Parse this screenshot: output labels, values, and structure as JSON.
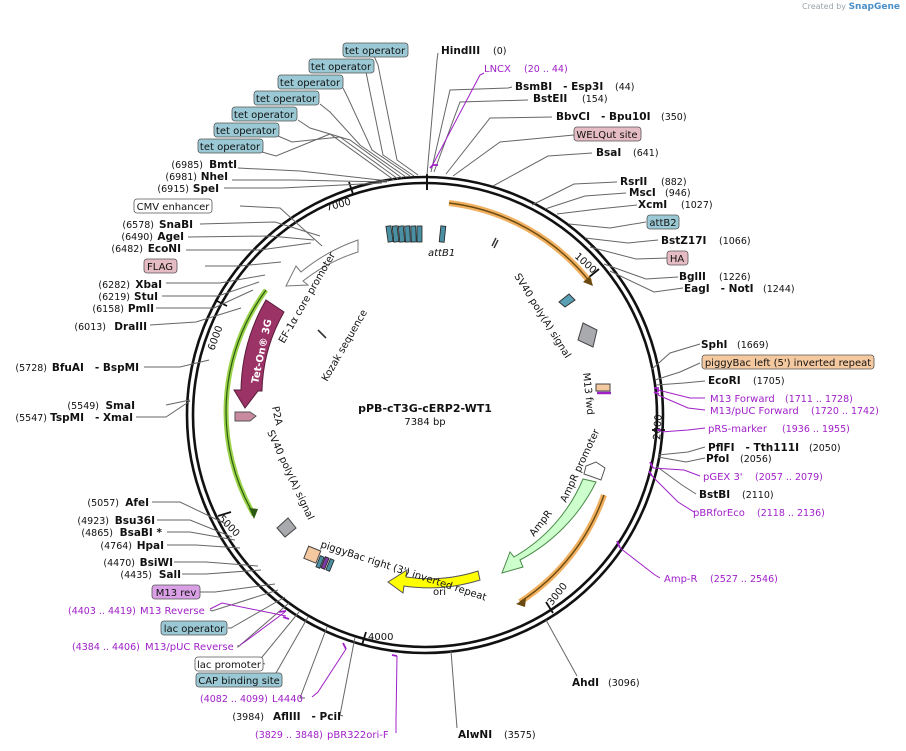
{
  "credit": {
    "prefix": "Created by",
    "brand": "SnapGene"
  },
  "plasmid": {
    "name": "pPB-cT3G-cERP2-WT1",
    "length_label": "7384 bp",
    "length": 7384
  },
  "ticks": [
    "1000",
    "2000",
    "3000",
    "4000",
    "5000",
    "6000",
    "7000"
  ],
  "sites_right": [
    {
      "name": "HindIII",
      "pos": "(0)"
    },
    {
      "name": "BsmBI   - Esp3I",
      "pos": "(44)"
    },
    {
      "name": "BstEII",
      "pos": "(154)"
    },
    {
      "name": "BbvCI   - Bpu10I",
      "pos": "(350)"
    },
    {
      "name": "BsaI",
      "pos": "(641)"
    },
    {
      "name": "RsrII",
      "pos": "(882)"
    },
    {
      "name": "MscI",
      "pos": "(946)"
    },
    {
      "name": "XcmI",
      "pos": "(1027)"
    },
    {
      "name": "BstZ17I",
      "pos": "(1066)"
    },
    {
      "name": "BglII",
      "pos": "(1226)"
    },
    {
      "name": "EagI   - NotI",
      "pos": "(1244)"
    },
    {
      "name": "SphI",
      "pos": "(1669)"
    },
    {
      "name": "EcoRI",
      "pos": "(1705)"
    },
    {
      "name": "PflFI   - Tth111I",
      "pos": "(2050)"
    },
    {
      "name": "PfoI",
      "pos": "(2056)"
    },
    {
      "name": "BstBI",
      "pos": "(2110)"
    },
    {
      "name": "AhdI",
      "pos": "(3096)"
    },
    {
      "name": "AlwNI",
      "pos": "(3575)"
    }
  ],
  "sites_left": [
    {
      "name": "BmtI",
      "pos": "(6985)"
    },
    {
      "name": "NheI",
      "pos": "(6981)"
    },
    {
      "name": "SpeI",
      "pos": "(6915)"
    },
    {
      "name": "SnaBI",
      "pos": "(6578)"
    },
    {
      "name": "AgeI",
      "pos": "(6490)"
    },
    {
      "name": "EcoNI",
      "pos": "(6482)"
    },
    {
      "name": "XbaI",
      "pos": "(6282)"
    },
    {
      "name": "StuI",
      "pos": "(6219)"
    },
    {
      "name": "PmlI",
      "pos": "(6158)"
    },
    {
      "name": "DraIII",
      "pos": "(6013)"
    },
    {
      "name": "BfuAI   - BspMI",
      "pos": "(5728)"
    },
    {
      "name": "SmaI",
      "pos": "(5549)"
    },
    {
      "name": "TspMI   - XmaI",
      "pos": "(5547)"
    },
    {
      "name": "AfeI",
      "pos": "(5057)"
    },
    {
      "name": "Bsu36I",
      "pos": "(4923)"
    },
    {
      "name": "BsaBI *",
      "pos": "(4865)"
    },
    {
      "name": "HpaI",
      "pos": "(4764)"
    },
    {
      "name": "BsiWI",
      "pos": "(4470)"
    },
    {
      "name": "SalI",
      "pos": "(4435)"
    },
    {
      "name": "AflIII   - PciI",
      "pos": "(3984)"
    }
  ],
  "primers": [
    {
      "name": "LNCX",
      "pos": "(20 .. 44)"
    },
    {
      "name": "M13 Forward",
      "pos": "(1711 .. 1728)"
    },
    {
      "name": "M13/pUC Forward",
      "pos": "(1720 .. 1742)"
    },
    {
      "name": "pRS-marker",
      "pos": "(1936 .. 1955)"
    },
    {
      "name": "pGEX 3'",
      "pos": "(2057 .. 2079)"
    },
    {
      "name": "pBRforEco",
      "pos": "(2118 .. 2136)"
    },
    {
      "name": "Amp-R",
      "pos": "(2527 .. 2546)"
    },
    {
      "name": "M13 Reverse",
      "pos": "(4403 .. 4419)"
    },
    {
      "name": "M13/pUC Reverse",
      "pos": "(4384 .. 4406)"
    },
    {
      "name": "L4440",
      "pos": "(4082 .. 4099)"
    },
    {
      "name": "pBR322ori-F",
      "pos": "(3829 .. 3848)"
    }
  ],
  "boxes": {
    "tet_operator": "tet operator",
    "welqut": "WELQut site",
    "attb2": "attB2",
    "ha": "HA",
    "piggybac_left": "piggyBac left (5') inverted repeat",
    "cmv": "CMV enhancer",
    "flag": "FLAG",
    "m13rev": "M13 rev",
    "lac_operator": "lac operator",
    "lac_promoter": "lac promoter",
    "cap": "CAP binding site"
  },
  "features": {
    "attb1": "attB1",
    "sv40_1": "SV40 poly(A) signal",
    "m13fwd": "M13 fwd",
    "amp_promoter": "AmpR promoter",
    "ampr": "AmpR",
    "ori": "ori",
    "piggybac_right": "piggyBac right (3') inverted repeat",
    "sv40_2": "SV40 poly(A) signal",
    "p2a": "P2A",
    "teton": "Tet-On® 3G",
    "ef1a": "EF-1α core promoter",
    "kozak": "Kozak sequence"
  },
  "colors": {
    "tet_box": "#9ac8d4",
    "pink_box": "#e6bcc4",
    "orange_box": "#f5c9a0",
    "primer": "#a020c8",
    "teton": "#9b3366",
    "ori": "#ffff00",
    "ampr": "#ccffcc",
    "orange_arc": "#f0b060",
    "green_arc": "#9ad24a"
  }
}
